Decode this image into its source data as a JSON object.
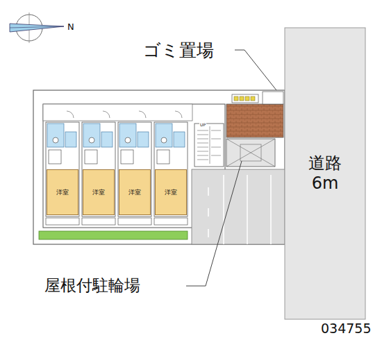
{
  "diagram": {
    "nodes": [
      {
        "text": [
          "道路 6m"
        ]
      },
      {
        "text": [
          "洋室"
        ]
      },
      {
        "text": [
          "洋室"
        ]
      },
      {
        "text": [
          "洋室"
        ]
      },
      {
        "text": [
          "洋室"
        ]
      }
    ],
    "labels": [
      "ゴミ置場",
      "屋根付駐輪場",
      "034755",
      "N",
      "UP"
    ]
  }
}
